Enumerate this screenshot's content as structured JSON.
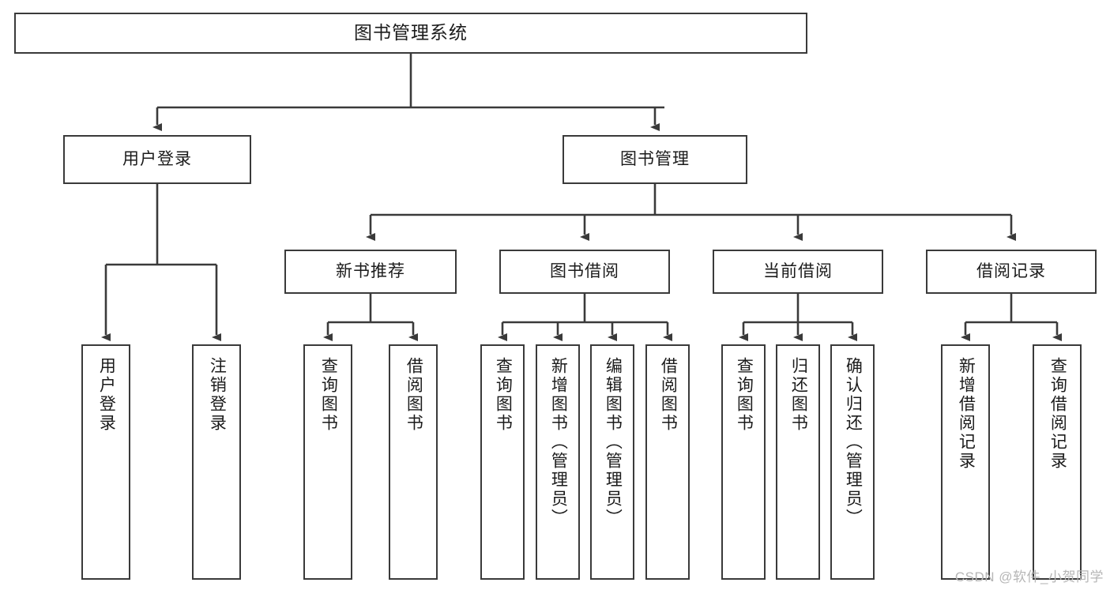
{
  "diagram": {
    "title": "图书管理系统",
    "type": "tree-hierarchy-chart",
    "watermark": "CSDN @软件_小贺同学",
    "colors": {
      "stroke": "#3a3a3a",
      "fill": "#ffffff",
      "text": "#1b1b1b",
      "watermark": "#b6b6b6"
    },
    "nodes": {
      "root": {
        "label": "图书管理系统"
      },
      "level2": [
        {
          "id": "user-login",
          "label": "用户登录"
        },
        {
          "id": "book-manage",
          "label": "图书管理"
        }
      ],
      "level3": [
        {
          "id": "new-book-recommend",
          "label": "新书推荐"
        },
        {
          "id": "book-borrow",
          "label": "图书借阅"
        },
        {
          "id": "current-borrow",
          "label": "当前借阅"
        },
        {
          "id": "borrow-record",
          "label": "借阅记录"
        }
      ],
      "leaves": {
        "user_login": [
          {
            "id": "leaf-user-login",
            "label": "用户登录"
          },
          {
            "id": "leaf-logout-login",
            "label": "注销登录"
          }
        ],
        "new_book_recommend": [
          {
            "id": "leaf-query-book-1",
            "label": "查询图书"
          },
          {
            "id": "leaf-borrow-book-1",
            "label": "借阅图书"
          }
        ],
        "book_borrow": [
          {
            "id": "leaf-query-book-2",
            "label": "查询图书"
          },
          {
            "id": "leaf-add-book",
            "label": "新增图书（管理员）"
          },
          {
            "id": "leaf-edit-book",
            "label": "编辑图书（管理员）"
          },
          {
            "id": "leaf-borrow-book-2",
            "label": "借阅图书"
          }
        ],
        "current_borrow": [
          {
            "id": "leaf-query-book-3",
            "label": "查询图书"
          },
          {
            "id": "leaf-return-book",
            "label": "归还图书"
          },
          {
            "id": "leaf-confirm-return",
            "label": "确认归还（管理员）"
          }
        ],
        "borrow_record": [
          {
            "id": "leaf-add-borrow-record",
            "label": "新增借阅记录"
          },
          {
            "id": "leaf-query-borrow-record",
            "label": "查询借阅记录"
          }
        ]
      }
    }
  }
}
